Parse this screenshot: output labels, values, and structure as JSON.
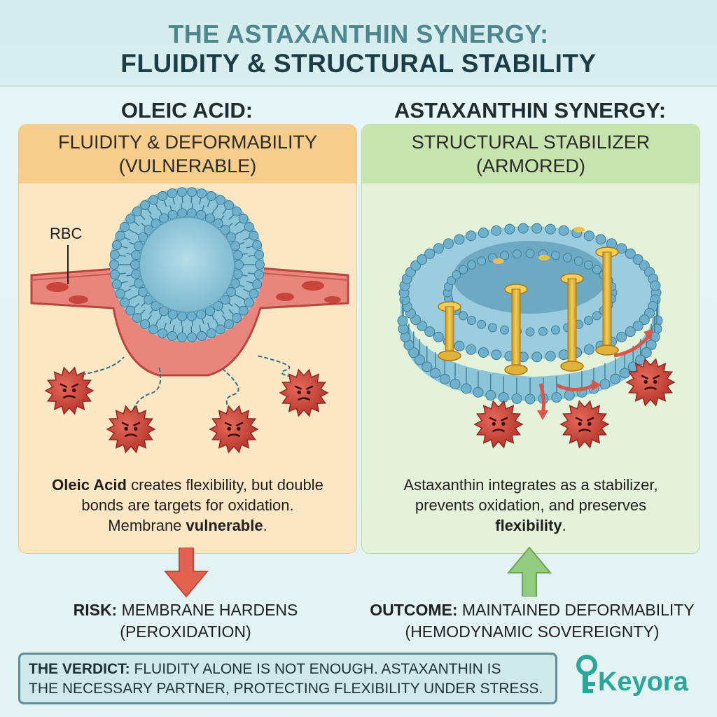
{
  "header": {
    "title_line1": "THE ASTAXANTHIN SYNERGY:",
    "title_line2": "FLUIDITY & STRUCTURAL STABILITY"
  },
  "left": {
    "heading": "OLEIC ACID:",
    "sub_line1": "FLUIDITY & DEFORMABILITY",
    "sub_line2": "(VULNERABLE)",
    "rbc_label": "RBC",
    "desc_bold1": "Oleic Acid",
    "desc_part1": " creates flexibility, but double",
    "desc_line2": "bonds are targets for oxidation.",
    "desc_part3": "Membrane ",
    "desc_bold2": "vulnerable",
    "desc_end": ".",
    "caption_bold": "RISK:",
    "caption_line1": " MEMBRANE HARDENS",
    "caption_line2": "(PEROXIDATION)"
  },
  "right": {
    "heading": "ASTAXANTHIN SYNERGY:",
    "sub_line1": "STRUCTURAL STABILIZER",
    "sub_line2": "(ARMORED)",
    "desc_line1": "Astaxanthin integrates as a stabilizer,",
    "desc_line2": "prevents oxidation, and preserves",
    "desc_bold": "flexibility",
    "desc_end": ".",
    "caption_bold": "OUTCOME:",
    "caption_line1": " MAINTAINED DEFORMABILITY",
    "caption_line2": "(HEMODYNAMIC SOVEREIGNTY)"
  },
  "verdict": {
    "label": "THE VERDICT:",
    "line1": " FLUIDITY ALONE IS NOT ENOUGH. ASTAXANTHIN IS",
    "line2": "THE NECESSARY PARTNER, PROTECTING FLEXIBILITY UNDER STRESS."
  },
  "logo": {
    "text": "Keyora",
    "icon": "key-icon"
  },
  "colors": {
    "left_panel": "#fbe7c4",
    "right_panel": "#e3f2d8",
    "membrane_bead": "#6fb0cc",
    "astaxanthin_gold": "#e0b23a",
    "radical_red": "#d04a3f",
    "risk_arrow": "#e2624f",
    "outcome_arrow": "#7dbb68",
    "logo_teal": "#2aa79a"
  }
}
